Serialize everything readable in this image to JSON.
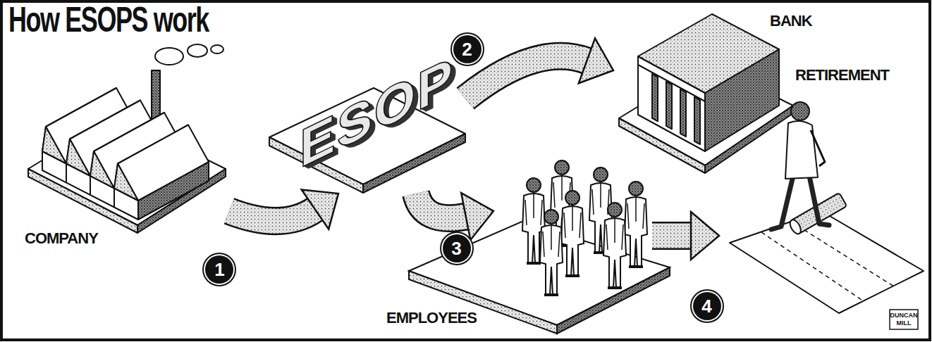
{
  "diagram": {
    "title": "How ESOPS work",
    "nodes": [
      {
        "text": [
          "COMPANY"
        ]
      },
      {
        "text": [
          "ESOP"
        ]
      },
      {
        "text": [
          "BANK"
        ]
      },
      {
        "text": [
          "EMPLOYEES"
        ]
      },
      {
        "text": [
          "RETIREMENT"
        ]
      }
    ],
    "edges": [
      {
        "from": 0,
        "to": 1,
        "arrow": "to",
        "label": "1"
      },
      {
        "from": 1,
        "to": 2,
        "arrow": "to",
        "label": "2"
      },
      {
        "from": 1,
        "to": 3,
        "arrow": "to",
        "label": "3"
      },
      {
        "from": 3,
        "to": 4,
        "arrow": "to",
        "label": "4"
      }
    ],
    "labels": [
      "DUNCAN MILL"
    ]
  }
}
